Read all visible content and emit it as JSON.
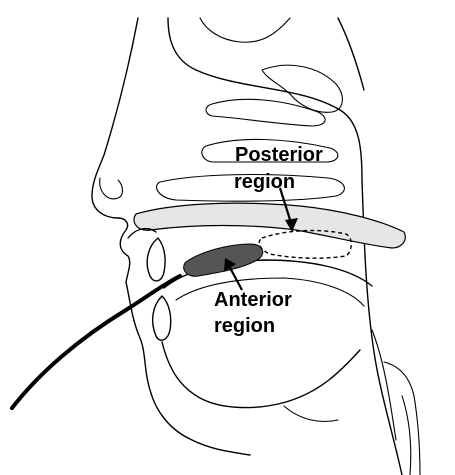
{
  "labels": {
    "posterior_line1": "Posterior",
    "posterior_line2": "region",
    "anterior_line1": "Anterior",
    "anterior_line2": "region"
  },
  "colors": {
    "outline": "#000000",
    "anterior_fill": "#555555",
    "cavity_fill": "#e6e6e6",
    "background": "#ffffff"
  }
}
